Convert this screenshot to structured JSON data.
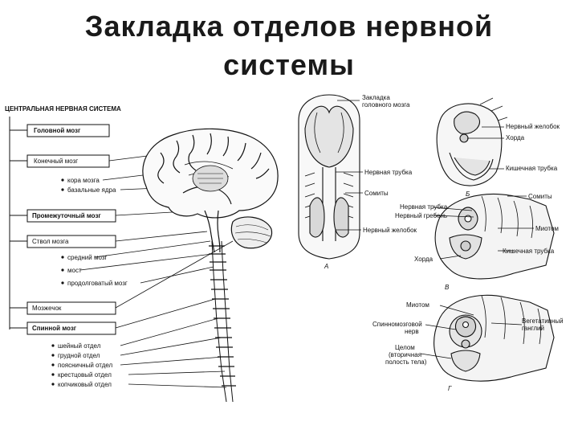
{
  "title": {
    "line1": "Закладка отделов  нервной",
    "line2": "системы"
  },
  "cns": {
    "header": "ЦЕНТРАЛЬНАЯ НЕРВНАЯ СИСТЕМА",
    "boxes": {
      "brain": "Головной мозг",
      "telencephalon": "Конечный мозг",
      "diencephalon": "Промежуточный мозг",
      "brainstem": "Ствол мозга",
      "cerebellum": "Мозжечок",
      "spinal": "Спинной мозг"
    },
    "items": {
      "cortex": "кора мозга",
      "basal": "базальные ядра",
      "midbrain": "средний мозг",
      "pons": "мост",
      "medulla": "продолговатый мозг",
      "cervical": "шейный отдел",
      "thoracic": "грудной отдел",
      "lumbar": "поясничный отдел",
      "sacral": "крестцовый отдел",
      "coccygeal": "копчиковый отдел"
    }
  },
  "embryo_a": {
    "brain_anlage_1": "Закладка",
    "brain_anlage_2": "головного мозга",
    "neural_tube": "Нервная трубка",
    "somites": "Сомиты",
    "neural_groove": "Нервный желобок",
    "letter": "А"
  },
  "embryo_b": {
    "neural_groove": "Нервный желобок",
    "chord": "Хорда",
    "gut_tube": "Кишечная трубка",
    "letter": "Б"
  },
  "embryo_v": {
    "somites": "Сомиты",
    "neural_tube": "Нервная трубка",
    "neural_crest": "Нервный гребень",
    "myotome": "Миотом",
    "chord": "Хорда",
    "gut_tube": "Кишечная трубка",
    "letter": "В"
  },
  "embryo_g": {
    "myotome": "Миотом",
    "spinal_nerve_1": "Спинномозговой",
    "spinal_nerve_2": "нерв",
    "vegetative_1": "Вегетативный",
    "vegetative_2": "ганглий",
    "coelom_1": "Целом",
    "coelom_2": "(вторичная",
    "coelom_3": "полость тела)",
    "letter": "Г"
  }
}
